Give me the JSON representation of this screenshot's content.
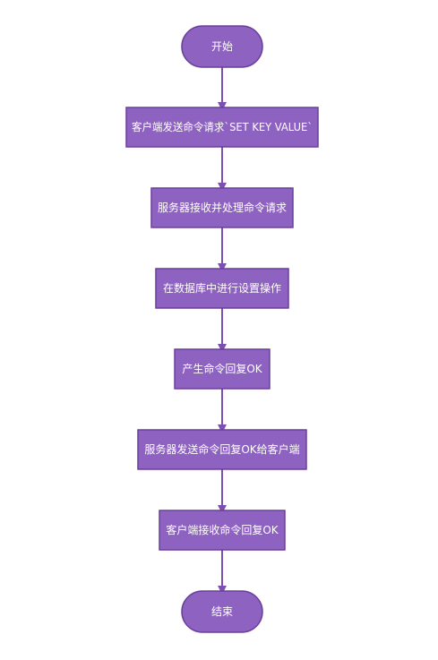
{
  "colors": {
    "node_fill": "#8e62c0",
    "node_stroke": "#6a3f9b",
    "edge": "#7d4fb2",
    "text": "#ffffff",
    "background": "#ffffff"
  },
  "flowchart": {
    "nodes": [
      {
        "id": "start",
        "shape": "terminator",
        "label": "开始"
      },
      {
        "id": "step1",
        "shape": "process",
        "label": "客户端发送命令请求`SET KEY VALUE`"
      },
      {
        "id": "step2",
        "shape": "process",
        "label": "服务器接收并处理命令请求"
      },
      {
        "id": "step3",
        "shape": "process",
        "label": "在数据库中进行设置操作"
      },
      {
        "id": "step4",
        "shape": "process",
        "label": "产生命令回复OK"
      },
      {
        "id": "step5",
        "shape": "process",
        "label": "服务器发送命令回复OK给客户端"
      },
      {
        "id": "step6",
        "shape": "process",
        "label": "客户端接收命令回复OK"
      },
      {
        "id": "end",
        "shape": "terminator",
        "label": "结束"
      }
    ],
    "edges": [
      {
        "from": "start",
        "to": "step1"
      },
      {
        "from": "step1",
        "to": "step2"
      },
      {
        "from": "step2",
        "to": "step3"
      },
      {
        "from": "step3",
        "to": "step4"
      },
      {
        "from": "step4",
        "to": "step5"
      },
      {
        "from": "step5",
        "to": "step6"
      },
      {
        "from": "step6",
        "to": "end"
      }
    ]
  }
}
